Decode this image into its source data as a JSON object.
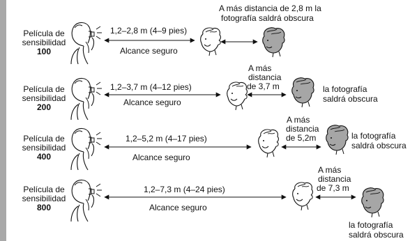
{
  "colors": {
    "sidebar": "#a9a9a9",
    "far_face": "#a6a6a6",
    "ink": "#111111"
  },
  "rows": [
    {
      "film_line1": "Película de",
      "film_line2": "sensibilidad",
      "iso": "100",
      "range": "1,2–2,8 m (4–9 pies)",
      "safe": "Alcance seguro",
      "far_note_line1": "A más distancia de 2,8 m  la",
      "far_note_line2": "fotografía saldrá obscura"
    },
    {
      "film_line1": "Película de",
      "film_line2": "sensibilidad",
      "iso": "200",
      "range": "1,2–3,7 m (4–12 pies)",
      "safe": "Alcance seguro",
      "dist_line1": "A más",
      "dist_line2": "distancia",
      "dist_line3": "de 3,7 m",
      "dark_line1": "la fotografía",
      "dark_line2": "saldrá obscura"
    },
    {
      "film_line1": "Película de",
      "film_line2": "sensibilidad",
      "iso": "400",
      "range": "1,2–5,2 m (4–17 pies)",
      "safe": "Alcance seguro",
      "dist_line1": "A más",
      "dist_line2": "distancia",
      "dist_line3": "de 5,2m",
      "dark_line1": "la fotografía",
      "dark_line2": "saldrá obscura"
    },
    {
      "film_line1": "Película de",
      "film_line2": "sensibilidad",
      "iso": "800",
      "range": "1,2–7,3 m (4–24 pies)",
      "safe": "Alcance seguro",
      "dist_line1": "A más",
      "dist_line2": "distancia",
      "dist_line3": "de 7,3 m",
      "dark_line1": "la fotografía",
      "dark_line2": "saldrá obscura"
    }
  ]
}
